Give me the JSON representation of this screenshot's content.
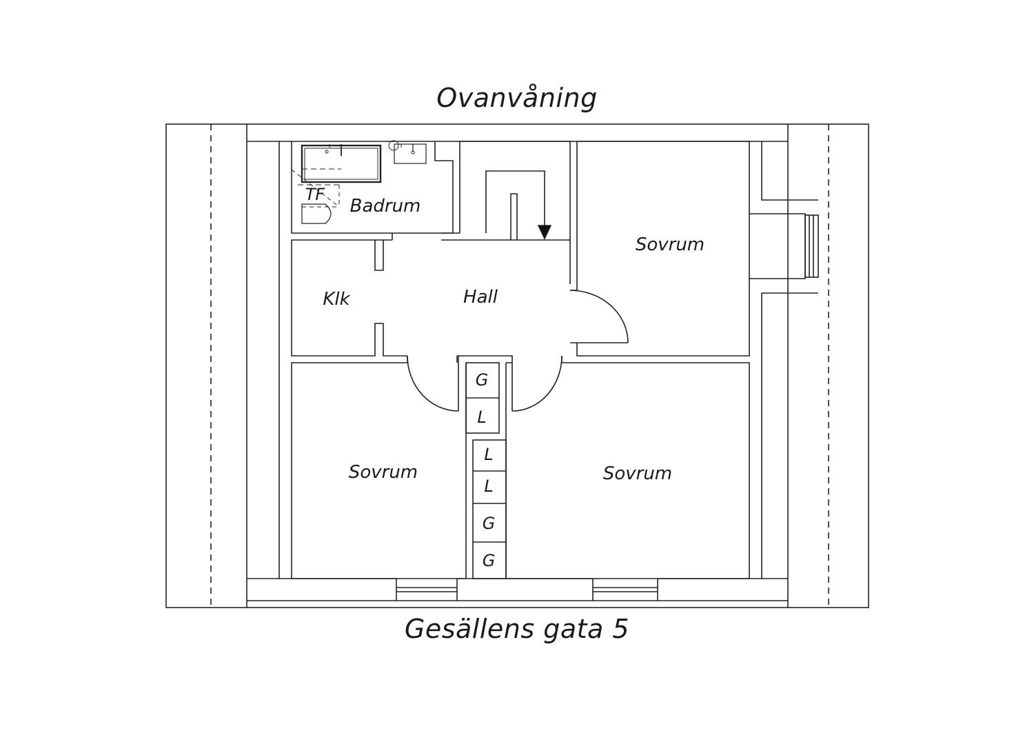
{
  "title": "Ovanvåning",
  "address": "Gesällens gata 5",
  "rooms": {
    "badrum": "Badrum",
    "tf": "TF",
    "klk": "Klk",
    "hall": "Hall",
    "sovrum_ne": "Sovrum",
    "sovrum_sw": "Sovrum",
    "sovrum_se": "Sovrum"
  },
  "closets": {
    "c1": "G",
    "c2": "L",
    "c3": "L",
    "c4": "L",
    "c5": "G",
    "c6": "G"
  },
  "colors": {
    "line": "#222222",
    "background": "#ffffff"
  }
}
